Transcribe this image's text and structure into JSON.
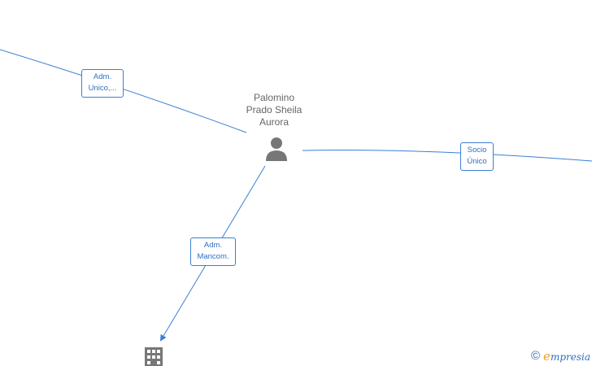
{
  "node": {
    "name_lines": [
      "Palomino",
      "Prado Sheila",
      "Aurora"
    ],
    "icon": "person-icon"
  },
  "edges": [
    {
      "label_lines": [
        "Adm.",
        "Unico,..."
      ],
      "line_color": "#3a7fd5"
    },
    {
      "label_lines": [
        "Socio",
        "Único"
      ],
      "line_color": "#3a7fd5"
    },
    {
      "label_lines": [
        "Adm.",
        "Mancom."
      ],
      "line_color": "#3a7fd5"
    }
  ],
  "target_node": {
    "icon": "building-icon"
  },
  "footer": {
    "copyright_symbol": "©",
    "brand_initial": "e",
    "brand_rest": "mpresia"
  },
  "colors": {
    "edge": "#3a7fd5",
    "label_text": "#2f6fc2",
    "node_text": "#666666",
    "icon": "#777777",
    "brand_initial": "#f0a020"
  }
}
